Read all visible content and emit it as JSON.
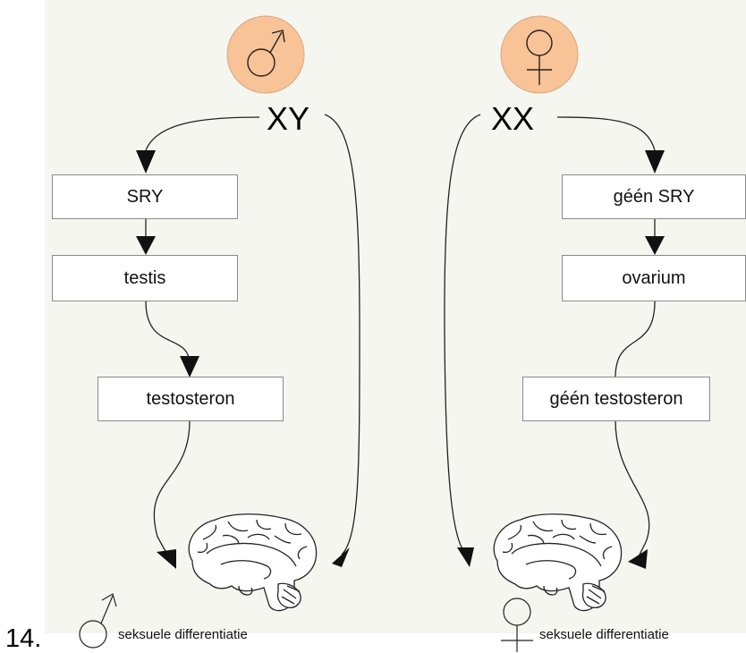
{
  "slide_number": "14.",
  "colors": {
    "symbol_fill": "#f7c397",
    "panel_bg": "#f6f6f1",
    "box_border": "#8a8a8a"
  },
  "male_pathway": {
    "symbol": "male-symbol",
    "genotype": "XY",
    "steps": [
      "SRY",
      "testis",
      "testosteron"
    ],
    "caption": "seksuele differentiatie"
  },
  "female_pathway": {
    "symbol": "female-symbol",
    "genotype": "XX",
    "steps": [
      "géén SRY",
      "ovarium",
      "géén testosteron"
    ],
    "caption": "seksuele differentiatie"
  },
  "icons": [
    "male-symbol-icon",
    "female-symbol-icon",
    "brain-icon",
    "arrow-icon"
  ]
}
